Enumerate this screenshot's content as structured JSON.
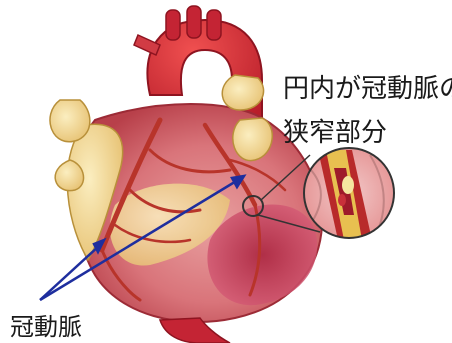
{
  "labels": {
    "callout_line1": "円内が冠動脈の",
    "callout_line2": "狭窄部分",
    "coronary_artery": "冠動脈"
  },
  "colors": {
    "heart_muscle": "#c8283a",
    "fat_layer": "#f2d98a",
    "artery": "#b8342a",
    "arrow": "#1e2e9e",
    "callout_line": "#333333"
  }
}
